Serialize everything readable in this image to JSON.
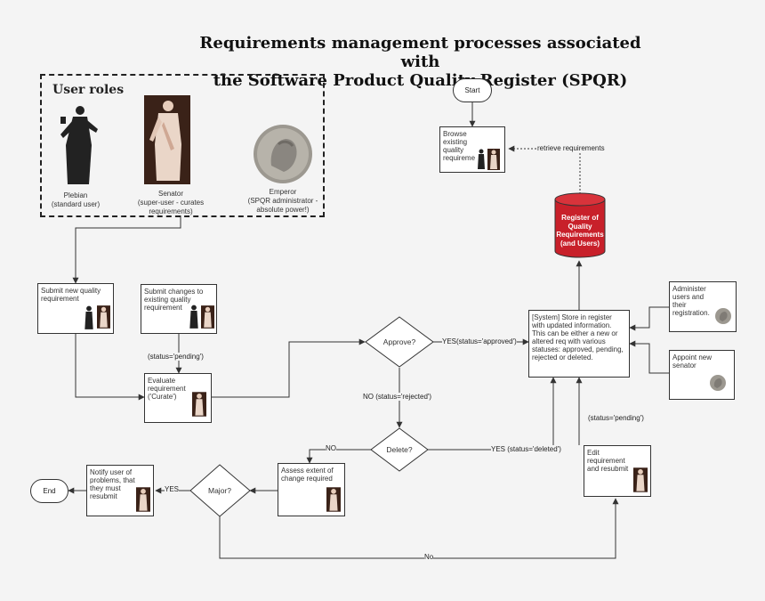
{
  "title": {
    "line1": "Requirements management processes associated with",
    "line2": "the Software Product Quality Register (SPQR)"
  },
  "user_roles": {
    "title": "User roles",
    "plebian": [
      "Plebian",
      "(standard user)"
    ],
    "senator": [
      "Senator",
      "(super-user - curates",
      "requirements)"
    ],
    "emperor": [
      "Emperor",
      "(SPQR administrator -",
      "absolute power!)"
    ]
  },
  "nodes": {
    "start": "Start",
    "browse": "Browse existing quality requireme",
    "register": [
      "Register of",
      "Quality",
      "Requirements",
      "(and Users)"
    ],
    "submit_new": "Submit new quality requirement",
    "submit_changes": "Submit changes to existing quality requirement",
    "evaluate": "Evaluate requirement ('Curate')",
    "approve": "Approve?",
    "store": "[System] Store in register with updated information. This can be either a new or altered req with various statuses: approved, pending, rejected or deleted.",
    "administer": "Administer users and their registration.",
    "appoint": "Appoint new senator",
    "delete": "Delete?",
    "edit": "Edit requirement and resubmit",
    "assess": "Assess extent of change required",
    "major": "Major?",
    "notify": "Notify user of problems, that they must resubmit",
    "end": "End"
  },
  "edges": {
    "retrieve": "retrieve requirements",
    "pending1": "(status='pending')",
    "yes_approved": "YES(status='approved')",
    "no_rejected": "NO (status='rejected')",
    "yes_deleted": "YES (status='deleted')",
    "no_delete": "NO",
    "pending2": "(status='pending')",
    "yes_major": "YES",
    "no_major": "No"
  },
  "colors": {
    "register_fill": "#c8202a",
    "line": "#333333",
    "background": "#f4f4f4"
  }
}
